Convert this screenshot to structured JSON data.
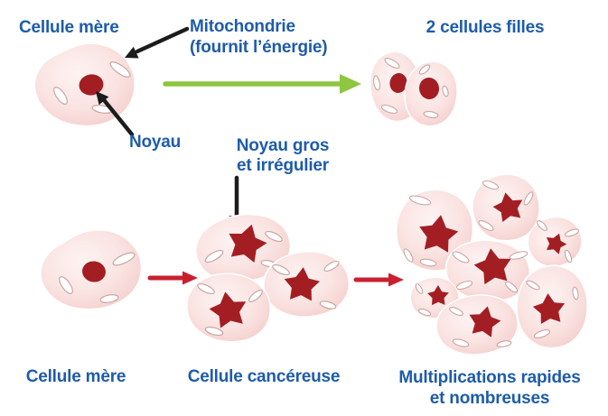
{
  "diagram": {
    "top_row": {
      "mother_cell_label": "Cellule mère",
      "mitochondria_label_line1": "Mitochondrie",
      "mitochondria_label_line2": "(fournit l’énergie)",
      "nucleus_label": "Noyau",
      "daughter_cells_label": "2 cellules filles"
    },
    "bottom_row": {
      "abnormal_nucleus_label_line1": "Noyau gros",
      "abnormal_nucleus_label_line2": "et irrégulier",
      "mother_cell_label": "Cellule mère",
      "cancer_cell_label": "Cellule cancéreuse",
      "multiplication_label_line1": "Multiplications rapides",
      "multiplication_label_line2": "et nombreuses"
    }
  },
  "colors": {
    "label_blue": "#1e5ca9",
    "arrow_green": "#8dc63f",
    "arrow_red": "#c92030",
    "arrow_black": "#1c1c1c",
    "nucleus_dark_red": "#a31e23",
    "cell_pink_light": "#fdf3f2",
    "cell_pink_edge": "#f0c5c3",
    "mitochondria_outline": "#c9a5a4"
  }
}
